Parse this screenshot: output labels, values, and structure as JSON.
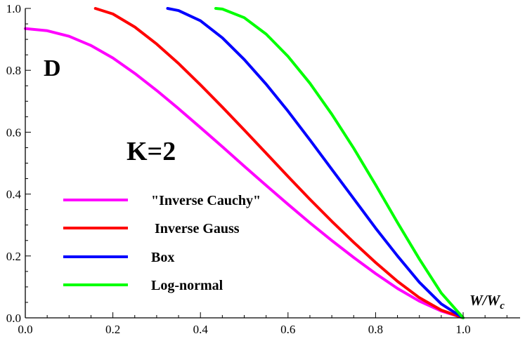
{
  "chart_data": {
    "type": "line",
    "title": "",
    "panel_label": "D",
    "annotation": "K=2",
    "xlabel": "W/W",
    "xlabel_sub": "c",
    "ylabel": "",
    "xlim": [
      0,
      1.13
    ],
    "ylim": [
      0,
      1.0
    ],
    "xticks": [
      "0.0",
      "0.2",
      "0.4",
      "0.6",
      "0.8",
      "1.0"
    ],
    "yticks": [
      "0.0",
      "0.2",
      "0.4",
      "0.6",
      "0.8",
      "1.0"
    ],
    "grid": false,
    "legend_placement": "lower-left",
    "series": [
      {
        "name": "\"Inverse Cauchy\"",
        "color": "#ff00ff",
        "x": [
          0.0,
          0.05,
          0.1,
          0.15,
          0.2,
          0.25,
          0.3,
          0.35,
          0.4,
          0.45,
          0.5,
          0.55,
          0.6,
          0.65,
          0.7,
          0.75,
          0.8,
          0.85,
          0.9,
          0.95,
          1.0
        ],
        "y": [
          0.935,
          0.928,
          0.91,
          0.88,
          0.84,
          0.79,
          0.735,
          0.676,
          0.615,
          0.553,
          0.49,
          0.428,
          0.367,
          0.307,
          0.25,
          0.195,
          0.143,
          0.095,
          0.054,
          0.022,
          0.0
        ]
      },
      {
        "name": "Inverse Gauss",
        "color": "#ff0000",
        "x": [
          0.16,
          0.2,
          0.25,
          0.3,
          0.35,
          0.4,
          0.45,
          0.5,
          0.55,
          0.6,
          0.65,
          0.7,
          0.75,
          0.8,
          0.85,
          0.9,
          0.95,
          1.0
        ],
        "y": [
          1.0,
          0.982,
          0.94,
          0.885,
          0.822,
          0.753,
          0.681,
          0.607,
          0.532,
          0.457,
          0.383,
          0.312,
          0.244,
          0.179,
          0.118,
          0.065,
          0.025,
          0.0
        ]
      },
      {
        "name": "Box",
        "color": "#0000ff",
        "x": [
          0.325,
          0.35,
          0.4,
          0.45,
          0.5,
          0.55,
          0.6,
          0.65,
          0.7,
          0.75,
          0.8,
          0.85,
          0.9,
          0.95,
          1.0
        ],
        "y": [
          1.0,
          0.993,
          0.96,
          0.905,
          0.835,
          0.755,
          0.668,
          0.575,
          0.48,
          0.385,
          0.29,
          0.2,
          0.115,
          0.045,
          0.0
        ]
      },
      {
        "name": "Log-normal",
        "color": "#00ff00",
        "x": [
          0.435,
          0.45,
          0.5,
          0.55,
          0.6,
          0.65,
          0.7,
          0.75,
          0.8,
          0.85,
          0.9,
          0.95,
          1.0
        ],
        "y": [
          1.0,
          0.998,
          0.97,
          0.917,
          0.845,
          0.758,
          0.658,
          0.548,
          0.43,
          0.308,
          0.19,
          0.08,
          0.0
        ]
      }
    ]
  }
}
